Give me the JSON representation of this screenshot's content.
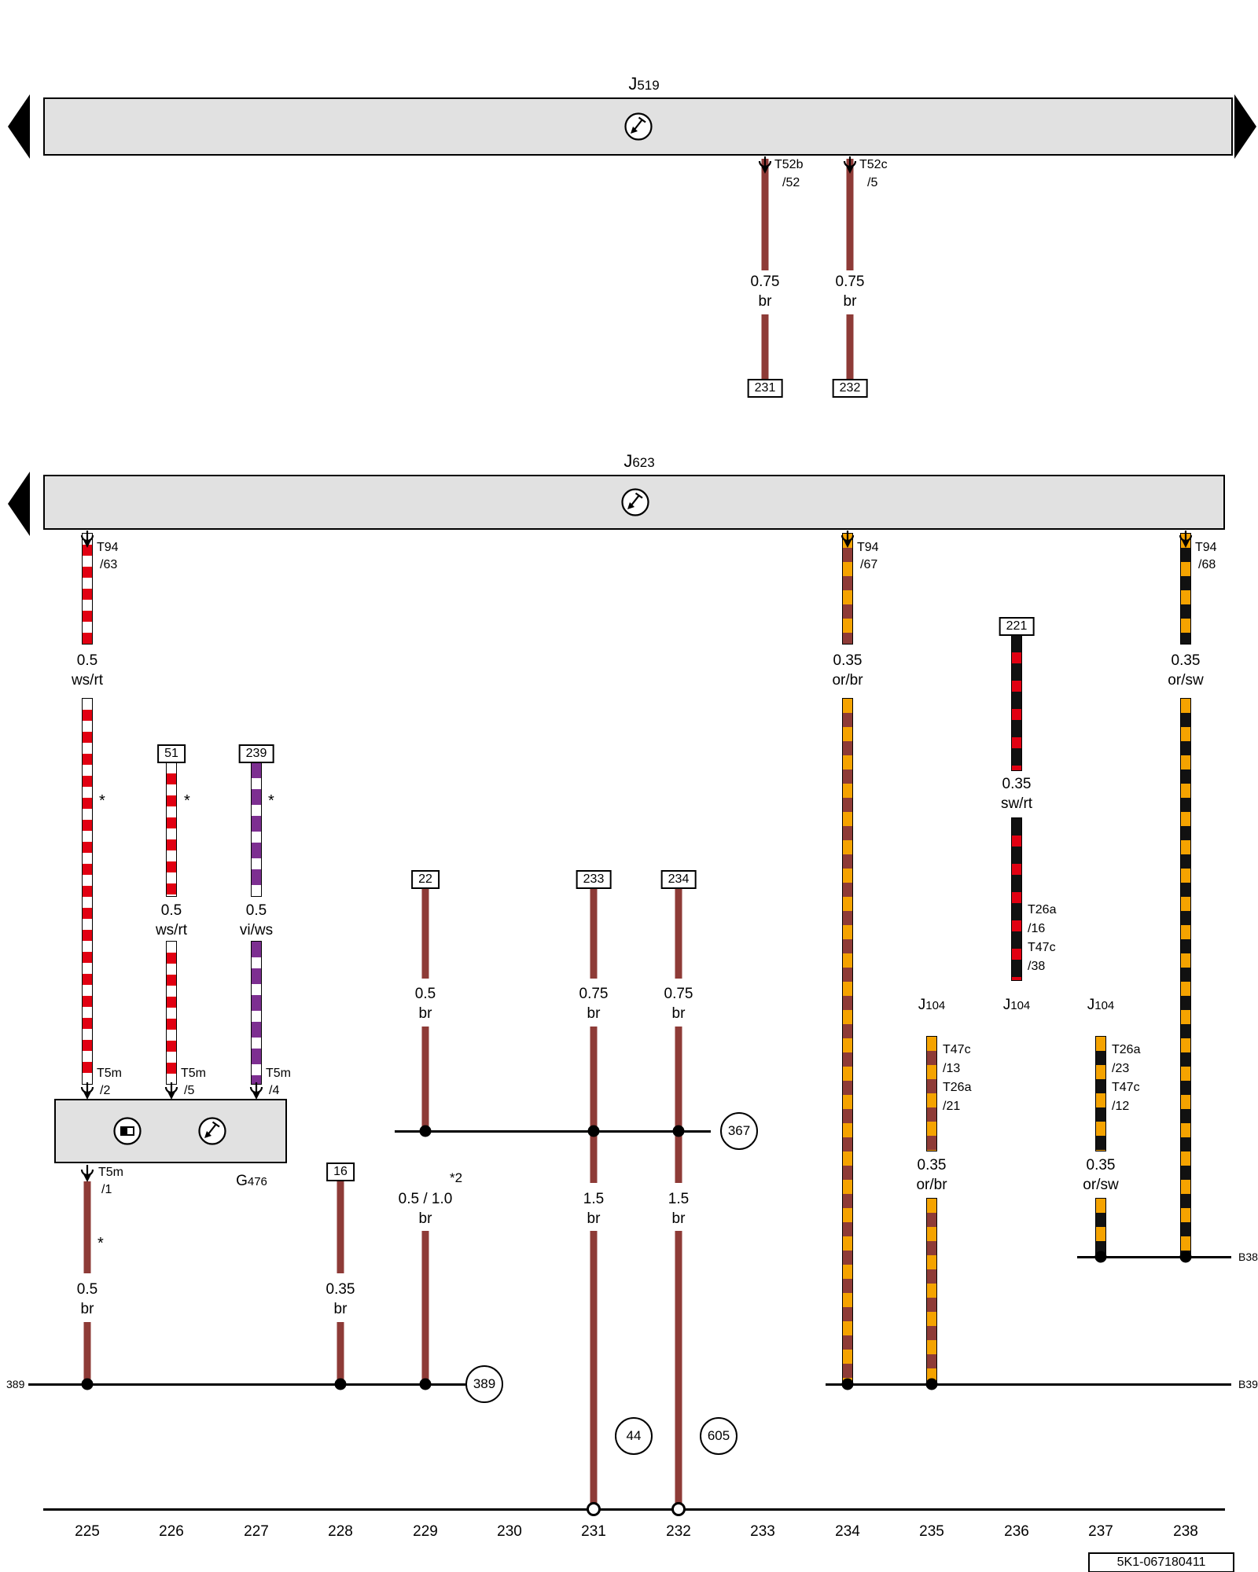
{
  "footer_id": "5K1-067180411",
  "buses": {
    "b1letter": "J",
    "b1num": "519",
    "b2letter": "J",
    "b2num": "623"
  },
  "t52b": {
    "t": "T52b",
    "pin": "/52",
    "size": "0.75",
    "col": "br",
    "ref": "231"
  },
  "t52c": {
    "t": "T52c",
    "pin": "/5",
    "size": "0.75",
    "col": "br",
    "ref": "232"
  },
  "w63": {
    "t": "T94",
    "pin": "/63",
    "size": "0.5",
    "col": "ws/rt",
    "star": "*",
    "ct": "T5m",
    "cpin": "/2"
  },
  "w51": {
    "ref": "51",
    "size": "0.5",
    "col": "ws/rt",
    "star": "*",
    "ct": "T5m",
    "cpin": "/5"
  },
  "w239": {
    "ref": "239",
    "size": "0.5",
    "col": "vi/ws",
    "star": "*",
    "ct": "T5m",
    "cpin": "/4"
  },
  "g476": {
    "letter": "G",
    "num": "476",
    "ct": "T5m",
    "cpin": "/1",
    "star": "*",
    "size": "0.5",
    "col": "br"
  },
  "w16": {
    "ref": "16",
    "size": "0.35",
    "col": "br"
  },
  "w22": {
    "ref": "22",
    "size1": "0.5",
    "col1": "br",
    "note": "*2",
    "size2": "0.5 / 1.0",
    "col2": "br"
  },
  "w233": {
    "ref": "233",
    "size1": "0.75",
    "col1": "br",
    "size2": "1.5",
    "col2": "br",
    "term": "44"
  },
  "w234": {
    "ref": "234",
    "size1": "0.75",
    "col1": "br",
    "size2": "1.5",
    "col2": "br",
    "term": "605"
  },
  "w67": {
    "t": "T94",
    "pin": "/67",
    "size": "0.35",
    "col": "or/br"
  },
  "w221": {
    "ref": "221",
    "size": "0.35",
    "col": "sw/rt",
    "p1": "T26a",
    "p2": "/16",
    "p3": "T47c",
    "p4": "/38",
    "letter": "J",
    "num": "104"
  },
  "w104a": {
    "letter": "J",
    "num": "104",
    "p1": "T47c",
    "p2": "/13",
    "p3": "T26a",
    "p4": "/21",
    "size": "0.35",
    "col": "or/br"
  },
  "w104c": {
    "letter": "J",
    "num": "104",
    "p1": "T26a",
    "p2": "/23",
    "p3": "T47c",
    "p4": "/12",
    "size": "0.35",
    "col": "or/sw"
  },
  "w68": {
    "t": "T94",
    "pin": "/68",
    "size": "0.35",
    "col": "or/sw"
  },
  "nets": {
    "n367": "367",
    "n389": "389",
    "n389small": "389",
    "b38": "B38",
    "b39": "B39"
  },
  "tracks": [
    "225",
    "226",
    "227",
    "228",
    "229",
    "230",
    "231",
    "232",
    "233",
    "234",
    "235",
    "236",
    "237",
    "238"
  ],
  "wire_colors": {
    "brown": "#8e3b37",
    "red": "#e10012",
    "orange": "#f5a300",
    "violet": "#7d2f91",
    "black": "#111111",
    "white": "#ffffff",
    "bus_fill": "#e1e1e1"
  }
}
